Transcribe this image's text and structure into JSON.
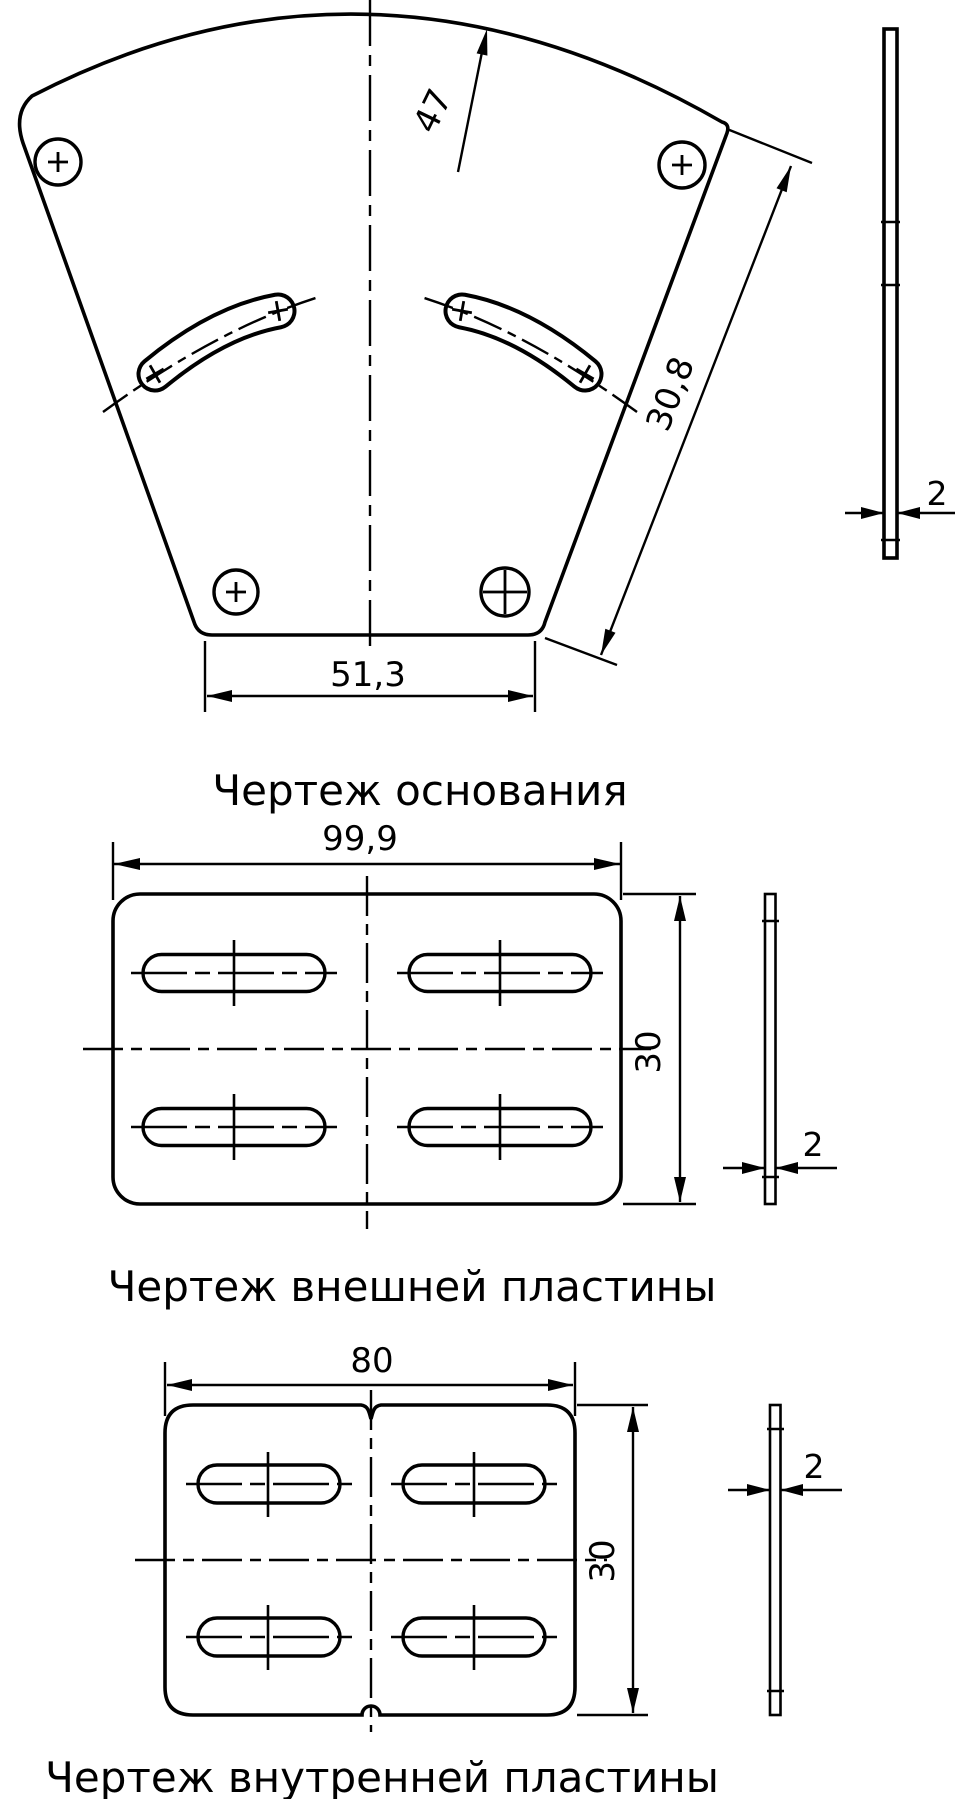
{
  "page": {
    "background": "#ffffff",
    "line_color": "#000000"
  },
  "drawings": [
    {
      "id": "base",
      "title": "Чертеж основания",
      "dims": {
        "radius": "47",
        "edge": "30,8",
        "width": "51,3",
        "thickness": "2"
      }
    },
    {
      "id": "outer-plate",
      "title": "Чертеж внешней пластины",
      "dims": {
        "width": "99,9",
        "height": "30",
        "thickness": "2"
      }
    },
    {
      "id": "inner-plate",
      "title": "Чертеж внутренней пластины",
      "dims": {
        "width": "80",
        "height": "30",
        "thickness": "2"
      }
    }
  ]
}
